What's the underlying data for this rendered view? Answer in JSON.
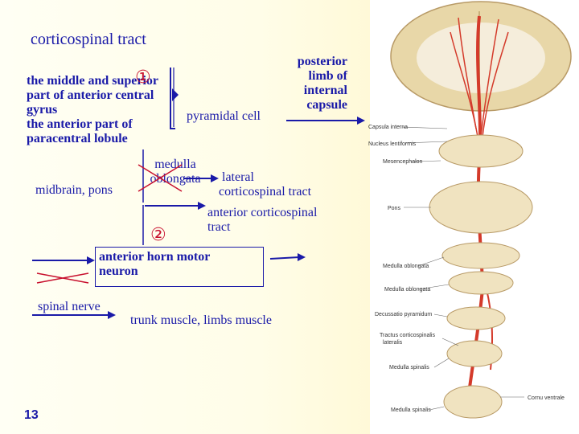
{
  "title": "corticospinal tract",
  "cortex": {
    "line1": "the middle and superior",
    "line2": "part of anterior central",
    "line3": "gyrus",
    "line4": "the anterior part of",
    "line5": "paracentral lobule"
  },
  "circle_1": "①",
  "circle_2": "②",
  "posterior_limb": [
    "posterior",
    "limb of",
    "internal",
    "capsule"
  ],
  "pyramidal_cell": "pyramidal cell",
  "medulla": [
    "medulla",
    "oblongata"
  ],
  "midbrain_pons": "midbrain, pons",
  "lateral": [
    "lateral",
    "corticospinal tract"
  ],
  "anterior_ct": [
    "anterior corticospinal",
    "tract"
  ],
  "horn": [
    "anterior horn motor",
    "neuron"
  ],
  "spinal_nerve": "spinal nerve",
  "trunk": "trunk muscle, limbs muscle",
  "page_number": "13",
  "figure_labels": {
    "capsula": "Capsula interna",
    "nucleus": "Nucleus lentiformis",
    "mesencephalon": "Mesencephalon",
    "pons": "Pons",
    "medulla1": "Medulla oblongata",
    "medulla2": "Medulla oblongata",
    "decussatio": "Decussatio pyramidum",
    "tractus": [
      "Tractus corticospinalis",
      "lateralis"
    ],
    "medulla_spinalis1": "Medulla spinalis",
    "cornu": "Cornu ventrale",
    "medulla_spinalis2": "Medulla spinalis"
  },
  "colors": {
    "text": "#1a1aa8",
    "arrow": "#1a1aa8",
    "cross": "#c8102e",
    "tract": "#d43a2a"
  }
}
